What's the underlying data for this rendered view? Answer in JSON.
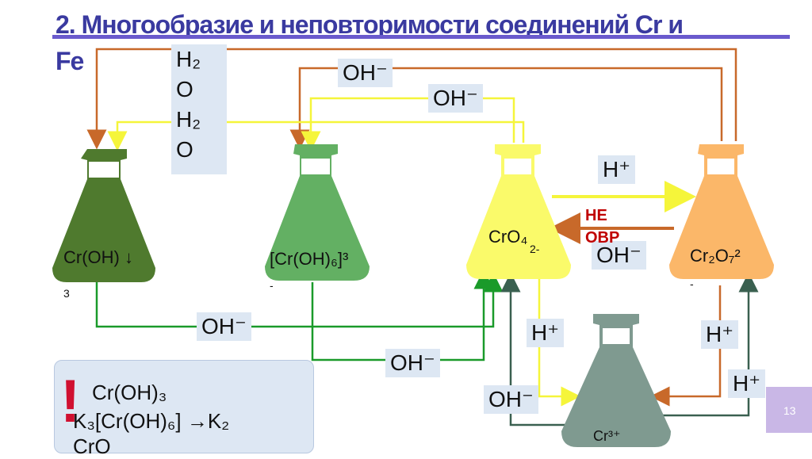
{
  "title": "2. Многообразие и неповторимости соединений Cr и",
  "title_cont": "Fe",
  "water_line1": "H₂",
  "water_line2": "O",
  "water_line3": "H₂",
  "water_line4": "O",
  "flasks": [
    {
      "label": "Cr(OH)",
      "sub": "3",
      "color": "#4f7a2e"
    },
    {
      "label": "[Cr(OH)₆]³",
      "sub": "-",
      "color": "#63b063"
    },
    {
      "label": "CrO₄",
      "sup": "2-",
      "color": "#fafa6a"
    },
    {
      "label": "Cr₂O₇²",
      "sub": "-",
      "color": "#fbb769"
    },
    {
      "label": "Cr³⁺",
      "color": "#7f9a90"
    }
  ],
  "precipitate_arrow": "↓",
  "reagents": {
    "oh_top": "OH⁻",
    "oh_mid": "OH⁻",
    "h_plus_top": "H⁺",
    "oh_right": "OH⁻",
    "oh_bottom1": "OH⁻",
    "oh_bottom2": "OH⁻",
    "h_plus_mid": "H⁺",
    "h_plus_right": "H⁺",
    "h_plus_right2": "H⁺",
    "oh_lower": "OH⁻"
  },
  "ne_ovr": [
    "НЕ",
    "ОВР"
  ],
  "note_line1": "Cr(OH)₃",
  "note_line2": "K₃[Cr(OH)₆] →K₂",
  "note_line3": "CrO",
  "page_number": "13",
  "colors": {
    "orange_arrow": "#c8692a",
    "yellow_arrow": "#f5f53a",
    "green_arrow": "#1a9a2a",
    "dark_arrow": "#3a6050"
  }
}
